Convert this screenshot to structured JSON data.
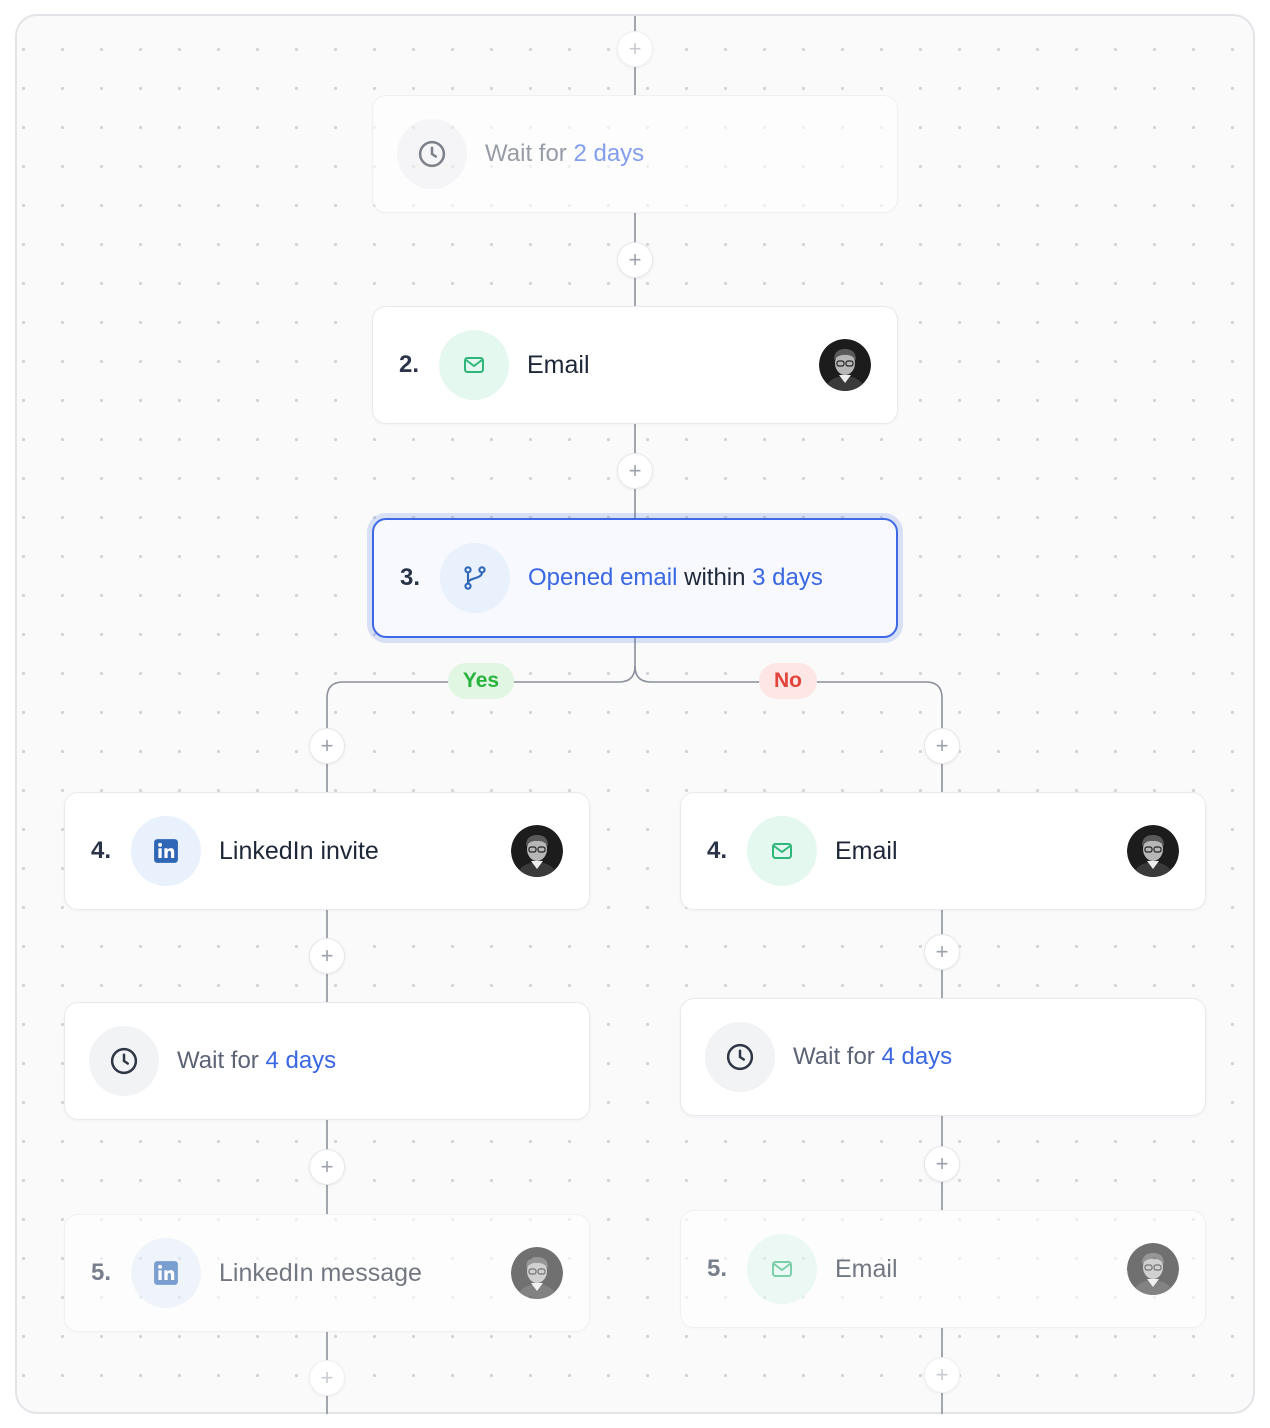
{
  "workflow": {
    "wait_prefix": "Wait for",
    "step1_wait": {
      "duration": "2 days"
    },
    "step2": {
      "number": "2.",
      "title": "Email"
    },
    "step3": {
      "number": "3.",
      "condition": "Opened email",
      "middle": "within",
      "duration": "3 days"
    },
    "branch_yes": "Yes",
    "branch_no": "No",
    "yes_branch": {
      "step4": {
        "number": "4.",
        "title": "LinkedIn invite"
      },
      "wait": {
        "duration": "4 days"
      },
      "step5": {
        "number": "5.",
        "title": "LinkedIn message"
      }
    },
    "no_branch": {
      "step4": {
        "number": "4.",
        "title": "Email"
      },
      "wait": {
        "duration": "4 days"
      },
      "step5": {
        "number": "5.",
        "title": "Email"
      }
    },
    "plus_label": "+"
  },
  "icons": {
    "clock": "clock-icon",
    "mail": "mail-icon",
    "branch": "git-branch-icon",
    "linkedin": "linkedin-icon"
  },
  "colors": {
    "accent_blue": "#3a67e3",
    "email_green": "#2fb67a",
    "linkedin_blue": "#2f67b6",
    "yes_green": "#29b23d",
    "no_red": "#e0443b"
  }
}
